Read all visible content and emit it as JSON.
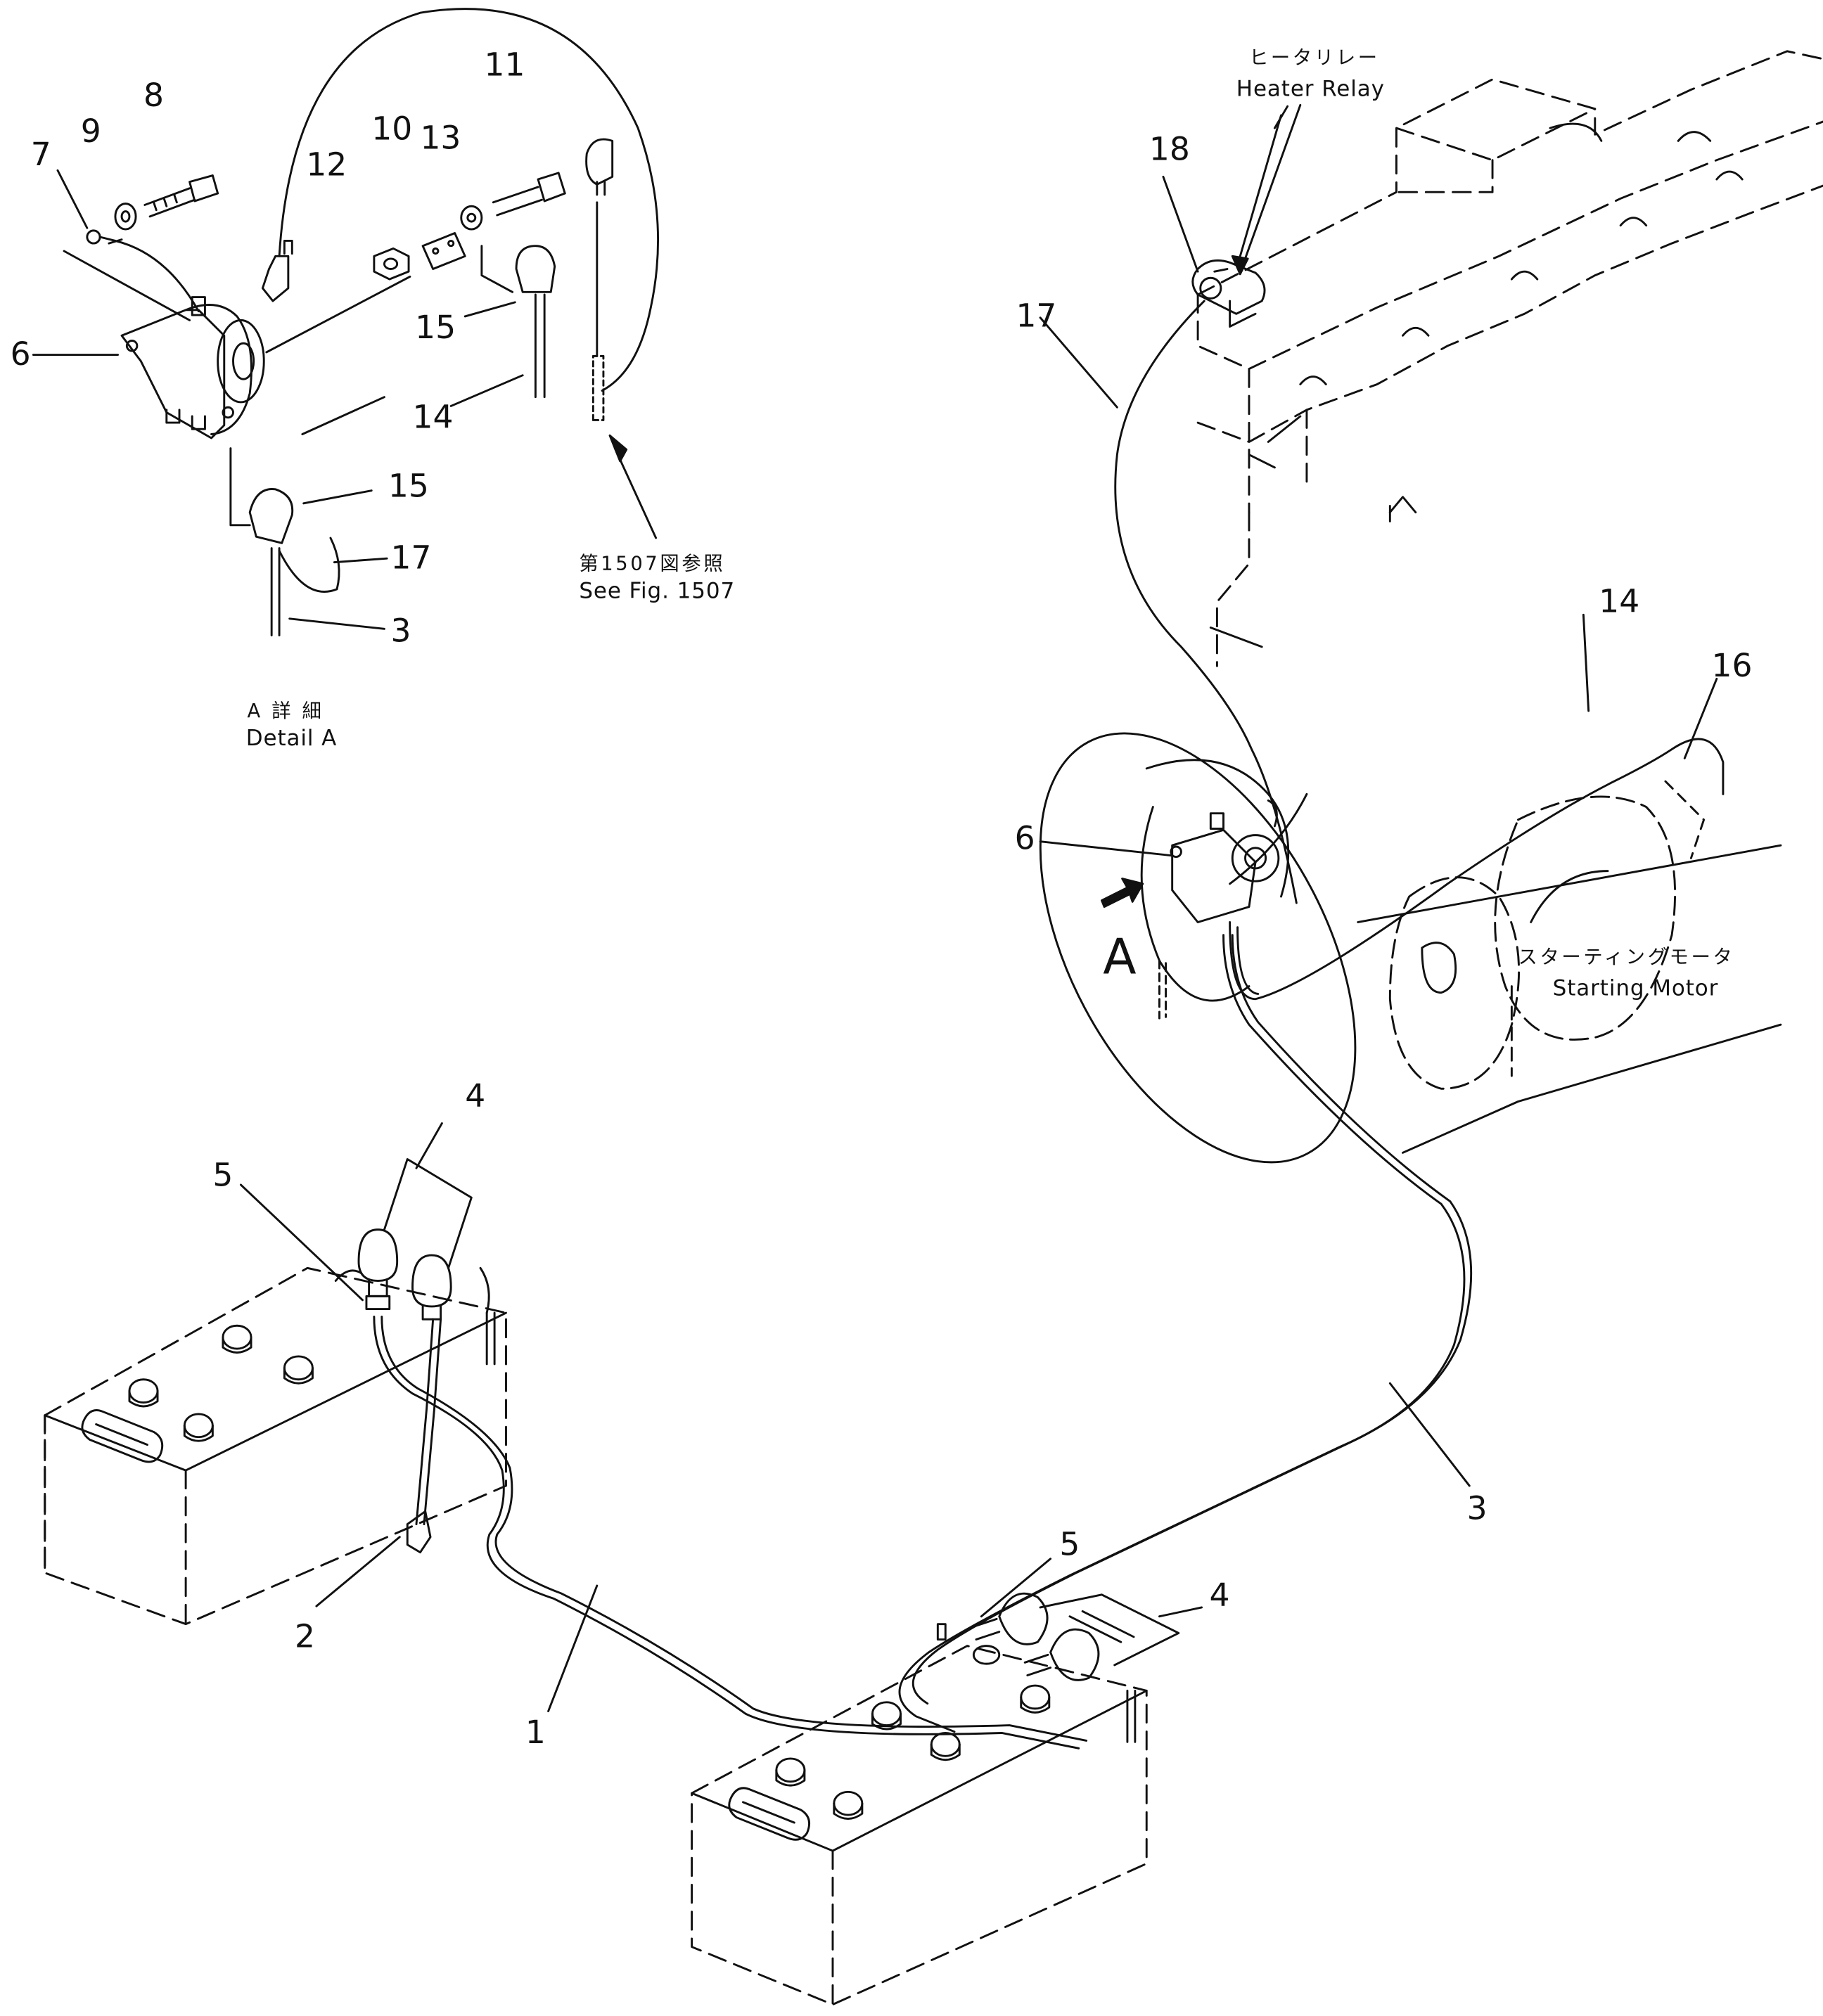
{
  "callouts": {
    "n1": "1",
    "n2": "2",
    "n3": "3",
    "n3b": "3",
    "n4a": "4",
    "n4b": "4",
    "n5a": "5",
    "n5b": "5",
    "n6a": "6",
    "n6b": "6",
    "n7": "7",
    "n8": "8",
    "n9": "9",
    "n10": "10",
    "n11": "11",
    "n12": "12",
    "n13": "13",
    "n14a": "14",
    "n14b": "14",
    "n15a": "15",
    "n15b": "15",
    "n16": "16",
    "n17a": "17",
    "n17b": "17",
    "n18": "18"
  },
  "labels": {
    "heater_relay_jp": "ヒータリレー",
    "heater_relay_en": "Heater Relay",
    "see_fig_jp": "第1507図参照",
    "see_fig_en": "See  Fig. 1507",
    "detail_jp": "A 詳 細",
    "detail_en": "Detail  A",
    "starting_motor_jp": "スターティングモータ",
    "starting_motor_en": "Starting  Motor",
    "view_letter": "A"
  }
}
